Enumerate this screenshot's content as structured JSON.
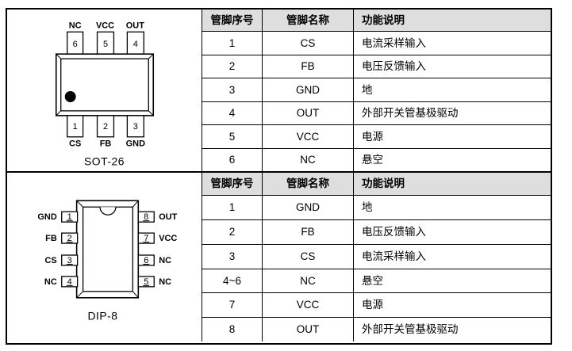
{
  "page": {
    "background": "#ffffff",
    "border_color": "#000000",
    "header_bg": "#dedede"
  },
  "sections": [
    {
      "package": {
        "name": "SOT-26",
        "top_pins": [
          {
            "num": "6",
            "label": "NC"
          },
          {
            "num": "5",
            "label": "VCC"
          },
          {
            "num": "4",
            "label": "OUT"
          }
        ],
        "bottom_pins": [
          {
            "num": "1",
            "label": "CS"
          },
          {
            "num": "2",
            "label": "FB"
          },
          {
            "num": "3",
            "label": "GND"
          }
        ]
      },
      "table": {
        "headers": [
          "管脚序号",
          "管脚名称",
          "功能说明"
        ],
        "rows": [
          {
            "num": "1",
            "name": "CS",
            "desc": "电流采样输入"
          },
          {
            "num": "2",
            "name": "FB",
            "desc": "电压反馈输入"
          },
          {
            "num": "3",
            "name": "GND",
            "desc": "地"
          },
          {
            "num": "4",
            "name": "OUT",
            "desc": "外部开关管基极驱动"
          },
          {
            "num": "5",
            "name": "VCC",
            "desc": "电源"
          },
          {
            "num": "6",
            "name": "NC",
            "desc": "悬空"
          }
        ]
      }
    },
    {
      "package": {
        "name": "DIP-8",
        "left_pins": [
          {
            "num": "1",
            "label": "GND"
          },
          {
            "num": "2",
            "label": "FB"
          },
          {
            "num": "3",
            "label": "CS"
          },
          {
            "num": "4",
            "label": "NC"
          }
        ],
        "right_pins": [
          {
            "num": "8",
            "label": "OUT"
          },
          {
            "num": "7",
            "label": "VCC"
          },
          {
            "num": "6",
            "label": "NC"
          },
          {
            "num": "5",
            "label": "NC"
          }
        ]
      },
      "table": {
        "headers": [
          "管脚序号",
          "管脚名称",
          "功能说明"
        ],
        "rows": [
          {
            "num": "1",
            "name": "GND",
            "desc": "地"
          },
          {
            "num": "2",
            "name": "FB",
            "desc": "电压反馈输入"
          },
          {
            "num": "3",
            "name": "CS",
            "desc": "电流采样输入"
          },
          {
            "num": "4~6",
            "name": "NC",
            "desc": "悬空"
          },
          {
            "num": "7",
            "name": "VCC",
            "desc": "电源"
          },
          {
            "num": "8",
            "name": "OUT",
            "desc": "外部开关管基极驱动"
          }
        ]
      }
    }
  ]
}
